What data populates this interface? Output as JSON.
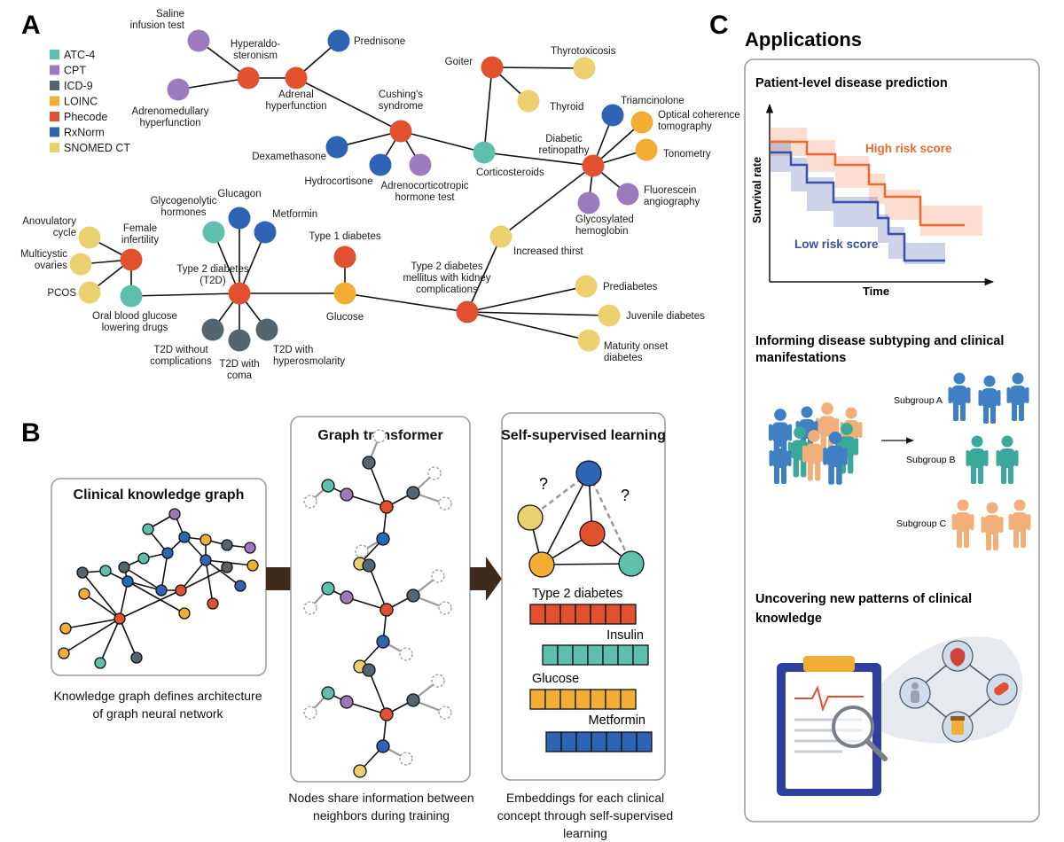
{
  "panels": {
    "a": "A",
    "b": "B",
    "c": "C"
  },
  "colors": {
    "ATC4": "#5fbfad",
    "CPT": "#9b7bbd",
    "ICD9": "#55656f",
    "LOINC": "#f2ad35",
    "Phecode": "#e2512f",
    "RxNorm": "#2f64b4",
    "SNOMED": "#ecd070",
    "high_risk": "#ec6a2f",
    "low_risk": "#3651a8",
    "arrow_brown": "#3f2b1e"
  },
  "legend": [
    {
      "label": "ATC-4",
      "color_key": "ATC4"
    },
    {
      "label": "CPT",
      "color_key": "CPT"
    },
    {
      "label": "ICD-9",
      "color_key": "ICD9"
    },
    {
      "label": "LOINC",
      "color_key": "LOINC"
    },
    {
      "label": "Phecode",
      "color_key": "Phecode"
    },
    {
      "label": "RxNorm",
      "color_key": "RxNorm"
    },
    {
      "label": "SNOMED CT",
      "color_key": "SNOMED"
    }
  ],
  "graph": {
    "nodes": [
      {
        "id": "saline",
        "label": [
          "Saline",
          "infusion test"
        ],
        "type": "CPT"
      },
      {
        "id": "hyperaldo",
        "label": [
          "Hyperaldo-",
          "steronism"
        ],
        "type": "Phecode"
      },
      {
        "id": "adrenomed",
        "label": [
          "Adrenomedullary",
          "hyperfunction"
        ],
        "type": "CPT"
      },
      {
        "id": "adrenalhyper",
        "label": [
          "Adrenal",
          "hyperfunction"
        ],
        "type": "Phecode"
      },
      {
        "id": "prednisone",
        "label": [
          "Prednisone"
        ],
        "type": "RxNorm"
      },
      {
        "id": "cushing",
        "label": [
          "Cushing's",
          "syndrome"
        ],
        "type": "Phecode"
      },
      {
        "id": "dexa",
        "label": [
          "Dexamethasone"
        ],
        "type": "RxNorm"
      },
      {
        "id": "hydro",
        "label": [
          "Hydrocortisone"
        ],
        "type": "RxNorm"
      },
      {
        "id": "acth",
        "label": [
          "Adrenocorticotropic",
          "hormone test"
        ],
        "type": "CPT"
      },
      {
        "id": "cortico",
        "label": [
          "Corticosteroids"
        ],
        "type": "ATC4"
      },
      {
        "id": "goiter",
        "label": [
          "Goiter"
        ],
        "type": "Phecode"
      },
      {
        "id": "thyrotox",
        "label": [
          "Thyrotoxicosis"
        ],
        "type": "SNOMED"
      },
      {
        "id": "thyroid",
        "label": [
          "Thyroid"
        ],
        "type": "SNOMED"
      },
      {
        "id": "diabret",
        "label": [
          "Diabetic",
          "retinopathy"
        ],
        "type": "Phecode"
      },
      {
        "id": "triam",
        "label": [
          "Triamcinolone"
        ],
        "type": "RxNorm"
      },
      {
        "id": "oct",
        "label": [
          "Optical coherence",
          "tomography"
        ],
        "type": "LOINC"
      },
      {
        "id": "tonometry",
        "label": [
          "Tonometry"
        ],
        "type": "LOINC"
      },
      {
        "id": "fluor",
        "label": [
          "Fluorescein",
          "angiography"
        ],
        "type": "CPT"
      },
      {
        "id": "glychem",
        "label": [
          "Glycosylated",
          "hemoglobin"
        ],
        "type": "CPT"
      },
      {
        "id": "thirst",
        "label": [
          "Increased thirst"
        ],
        "type": "SNOMED"
      },
      {
        "id": "t2dkidney",
        "label": [
          "Type 2 diabetes",
          "mellitus with kidney",
          "complications"
        ],
        "type": "Phecode"
      },
      {
        "id": "prediab",
        "label": [
          "Prediabetes"
        ],
        "type": "SNOMED"
      },
      {
        "id": "juvenile",
        "label": [
          "Juvenile diabetes"
        ],
        "type": "SNOMED"
      },
      {
        "id": "maturity",
        "label": [
          "Maturity onset",
          "diabetes"
        ],
        "type": "SNOMED"
      },
      {
        "id": "glucose",
        "label": [
          "Glucose"
        ],
        "type": "LOINC"
      },
      {
        "id": "t1d",
        "label": [
          "Type 1 diabetes"
        ],
        "type": "Phecode"
      },
      {
        "id": "t2d",
        "label": [
          "Type 2 diabetes",
          "(T2D)"
        ],
        "type": "Phecode"
      },
      {
        "id": "glycogen",
        "label": [
          "Glycogenolytic",
          "hormones"
        ],
        "type": "ATC4"
      },
      {
        "id": "glucagon",
        "label": [
          "Glucagon"
        ],
        "type": "RxNorm"
      },
      {
        "id": "metformin",
        "label": [
          "Metformin"
        ],
        "type": "RxNorm"
      },
      {
        "id": "t2dnocomp",
        "label": [
          "T2D without",
          "complications"
        ],
        "type": "ICD9"
      },
      {
        "id": "t2dcoma",
        "label": [
          "T2D with",
          "coma"
        ],
        "type": "ICD9"
      },
      {
        "id": "t2dhyper",
        "label": [
          "T2D with",
          "hyperosmolarity"
        ],
        "type": "ICD9"
      },
      {
        "id": "oralbg",
        "label": [
          "Oral blood glucose",
          "lowering drugs"
        ],
        "type": "ATC4"
      },
      {
        "id": "femaleinf",
        "label": [
          "Female",
          "infertility"
        ],
        "type": "Phecode"
      },
      {
        "id": "anov",
        "label": [
          "Anovulatory",
          "cycle"
        ],
        "type": "SNOMED"
      },
      {
        "id": "multicystic",
        "label": [
          "Multicystic",
          "ovaries"
        ],
        "type": "SNOMED"
      },
      {
        "id": "pcos",
        "label": [
          "PCOS"
        ],
        "type": "SNOMED"
      }
    ],
    "edges": [
      [
        "saline",
        "hyperaldo"
      ],
      [
        "adrenomed",
        "hyperaldo"
      ],
      [
        "hyperaldo",
        "adrenalhyper"
      ],
      [
        "adrenalhyper",
        "prednisone"
      ],
      [
        "adrenalhyper",
        "cushing"
      ],
      [
        "cushing",
        "dexa"
      ],
      [
        "cushing",
        "hydro"
      ],
      [
        "cushing",
        "acth"
      ],
      [
        "cushing",
        "cortico"
      ],
      [
        "cortico",
        "goiter"
      ],
      [
        "goiter",
        "thyrotox"
      ],
      [
        "goiter",
        "thyroid"
      ],
      [
        "cortico",
        "diabret"
      ],
      [
        "diabret",
        "triam"
      ],
      [
        "diabret",
        "oct"
      ],
      [
        "diabret",
        "tonometry"
      ],
      [
        "diabret",
        "fluor"
      ],
      [
        "diabret",
        "glychem"
      ],
      [
        "diabret",
        "thirst"
      ],
      [
        "thirst",
        "t2dkidney"
      ],
      [
        "t2dkidney",
        "prediab"
      ],
      [
        "t2dkidney",
        "juvenile"
      ],
      [
        "t2dkidney",
        "maturity"
      ],
      [
        "t2dkidney",
        "glucose"
      ],
      [
        "glucose",
        "t1d"
      ],
      [
        "glucose",
        "t2d"
      ],
      [
        "t2d",
        "glycogen"
      ],
      [
        "t2d",
        "glucagon"
      ],
      [
        "t2d",
        "metformin"
      ],
      [
        "t2d",
        "t2dnocomp"
      ],
      [
        "t2d",
        "t2dcoma"
      ],
      [
        "t2d",
        "t2dhyper"
      ],
      [
        "t2d",
        "oralbg"
      ],
      [
        "oralbg",
        "femaleinf"
      ],
      [
        "femaleinf",
        "anov"
      ],
      [
        "femaleinf",
        "multicystic"
      ],
      [
        "femaleinf",
        "pcos"
      ]
    ]
  },
  "panel_b": {
    "kg_title": "Clinical knowledge graph",
    "kg_caption": [
      "Knowledge graph defines architecture",
      "of graph neural network"
    ],
    "gt_title": "Graph transformer",
    "gt_caption": [
      "Nodes share information between",
      "neighbors during training"
    ],
    "ssl_title": "Self-supervised learning",
    "ssl_caption": [
      "Embeddings for each clinical",
      "concept through self-supervised",
      "learning"
    ],
    "question_marks": [
      "?",
      "?"
    ],
    "embeddings": [
      {
        "label": "Type 2 diabetes",
        "color_key": "Phecode",
        "cells": 7
      },
      {
        "label": "Insulin",
        "color_key": "ATC4",
        "cells": 7
      },
      {
        "label": "Glucose",
        "color_key": "LOINC",
        "cells": 7
      },
      {
        "label": "Metformin",
        "color_key": "RxNorm",
        "cells": 7
      }
    ]
  },
  "panel_c": {
    "title": "Applications",
    "sections": [
      {
        "heading": "Patient-level disease prediction"
      },
      {
        "heading": "Informing disease subtyping and clinical manifestations"
      },
      {
        "heading": "Uncovering new patterns of clinical knowledge"
      }
    ],
    "survival_chart": {
      "ylabel": "Survival rate",
      "xlabel": "Time",
      "high_label": "High risk score",
      "low_label": "Low risk score"
    },
    "subgroups": [
      "Subgroup A",
      "Subgroup B",
      "Subgroup C"
    ]
  }
}
